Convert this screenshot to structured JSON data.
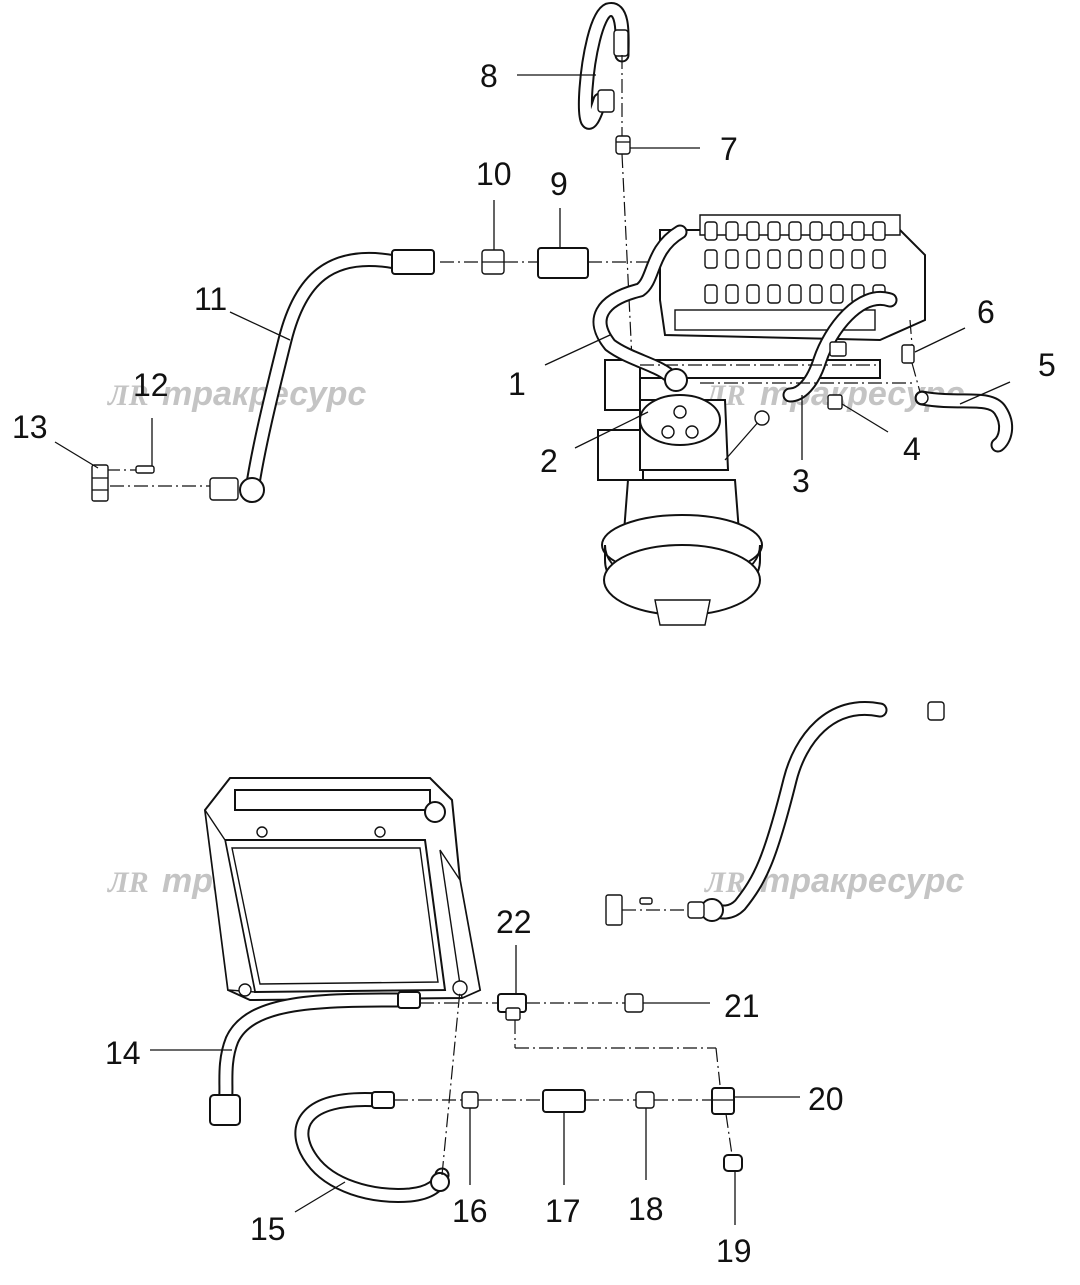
{
  "watermark": {
    "logo": "ЛR",
    "text": "тракресурс"
  },
  "callouts": [
    "1",
    "2",
    "3",
    "4",
    "5",
    "6",
    "7",
    "8",
    "9",
    "10",
    "11",
    "12",
    "13",
    "14",
    "15",
    "16",
    "17",
    "18",
    "19",
    "20",
    "21",
    "22"
  ]
}
